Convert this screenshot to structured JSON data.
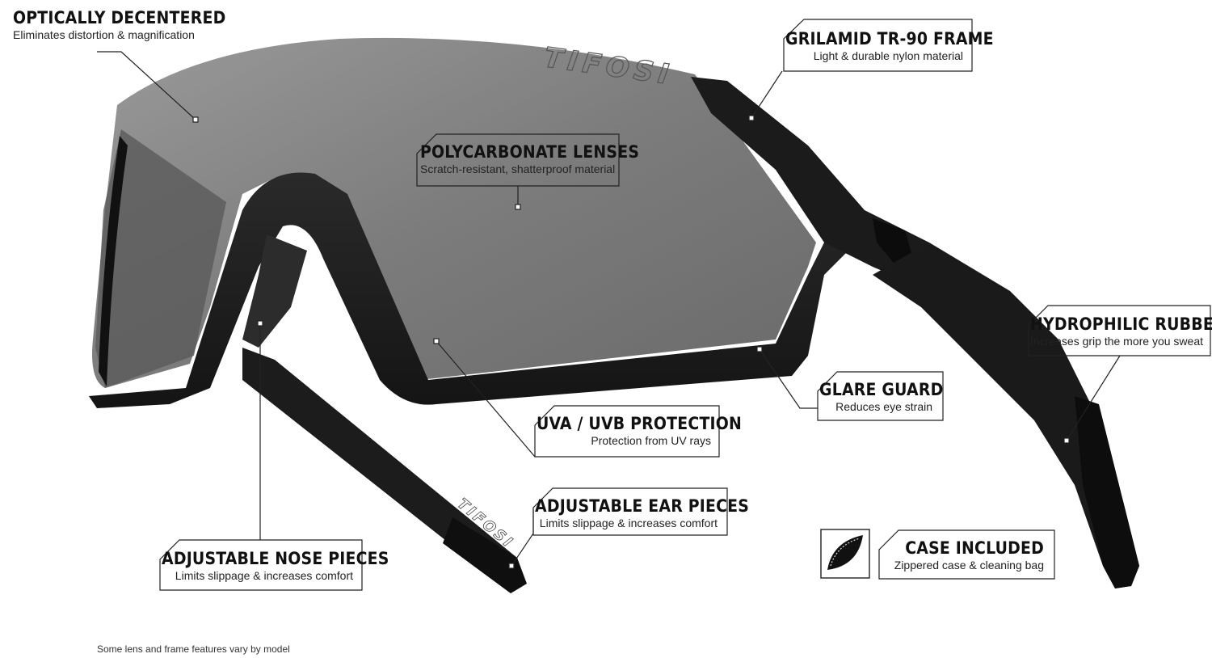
{
  "brand": {
    "lens_logo_text": "TIFOSI",
    "temple_logo_text": "TIFOSI"
  },
  "callouts": {
    "optically_decentered": {
      "title": "OPTICALLY DECENTERED",
      "subtitle": "Eliminates distortion & magnification"
    },
    "polycarbonate_lenses": {
      "title": "POLYCARBONATE LENSES",
      "subtitle": "Scratch-resistant, shatterproof material"
    },
    "grilamid_frame": {
      "title": "GRILAMID TR-90 FRAME",
      "subtitle": "Light & durable nylon material"
    },
    "hydrophilic_rubber": {
      "title": "HYDROPHILIC RUBBER",
      "subtitle": "Increases grip the more you sweat"
    },
    "glare_guard": {
      "title": "GLARE GUARD",
      "subtitle": "Reduces eye strain"
    },
    "uv_protection": {
      "title": "UVA / UVB PROTECTION",
      "subtitle": "Protection from UV rays"
    },
    "adjustable_ear_pieces": {
      "title": "ADJUSTABLE EAR PIECES",
      "subtitle": "Limits slippage & increases comfort"
    },
    "adjustable_nose_pieces": {
      "title": "ADJUSTABLE NOSE PIECES",
      "subtitle": "Limits slippage & increases comfort"
    },
    "case_included": {
      "title": "CASE INCLUDED",
      "subtitle": "Zippered case & cleaning bag"
    }
  },
  "footnote": "Some lens and frame features vary by model",
  "colors": {
    "lens": "#7a7a7a",
    "frame": "#1a1a1a",
    "outline": "#222222"
  }
}
